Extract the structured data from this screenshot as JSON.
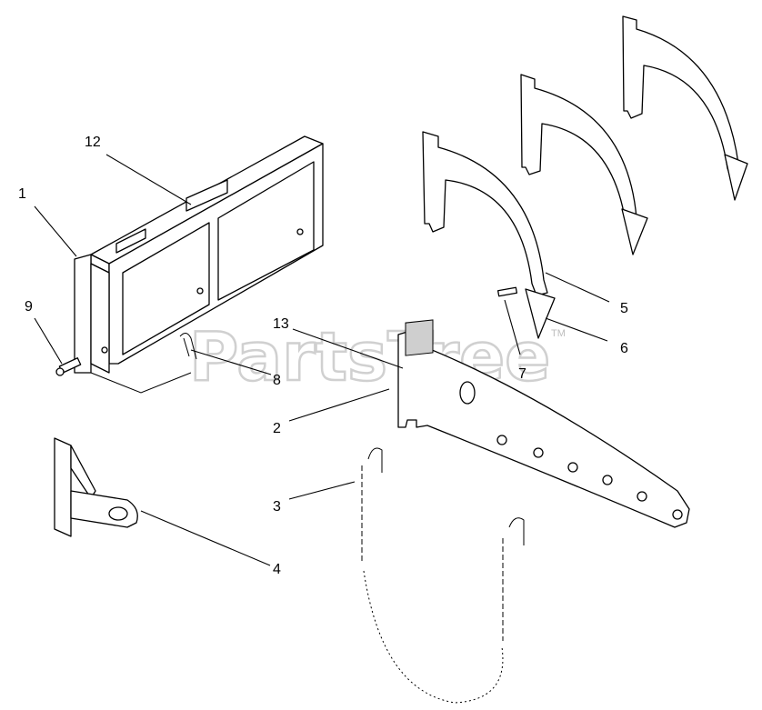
{
  "watermark": {
    "text": "PartsTree",
    "trademark": "TM"
  },
  "callouts": {
    "c1": "1",
    "c2": "2",
    "c3": "3",
    "c4": "4",
    "c5": "5",
    "c6": "6",
    "c7": "7",
    "c8": "8",
    "c9": "9",
    "c12": "12",
    "c13": "13"
  },
  "colors": {
    "line": "#000000",
    "watermark": "#d0d0d0",
    "shade": "#cfcfcf"
  }
}
